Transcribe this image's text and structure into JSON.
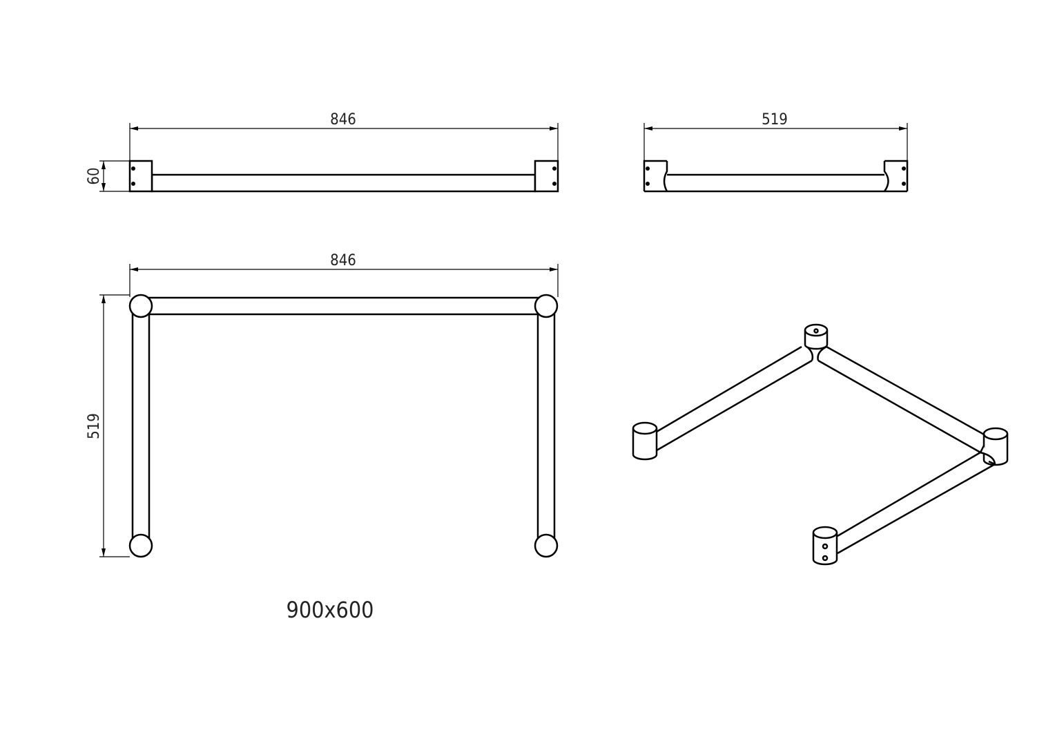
{
  "front_view": {
    "width_label": "846",
    "height_label": "60"
  },
  "side_view": {
    "width_label": "519"
  },
  "top_view": {
    "width_label": "846",
    "depth_label": "519"
  },
  "caption": "900x600"
}
